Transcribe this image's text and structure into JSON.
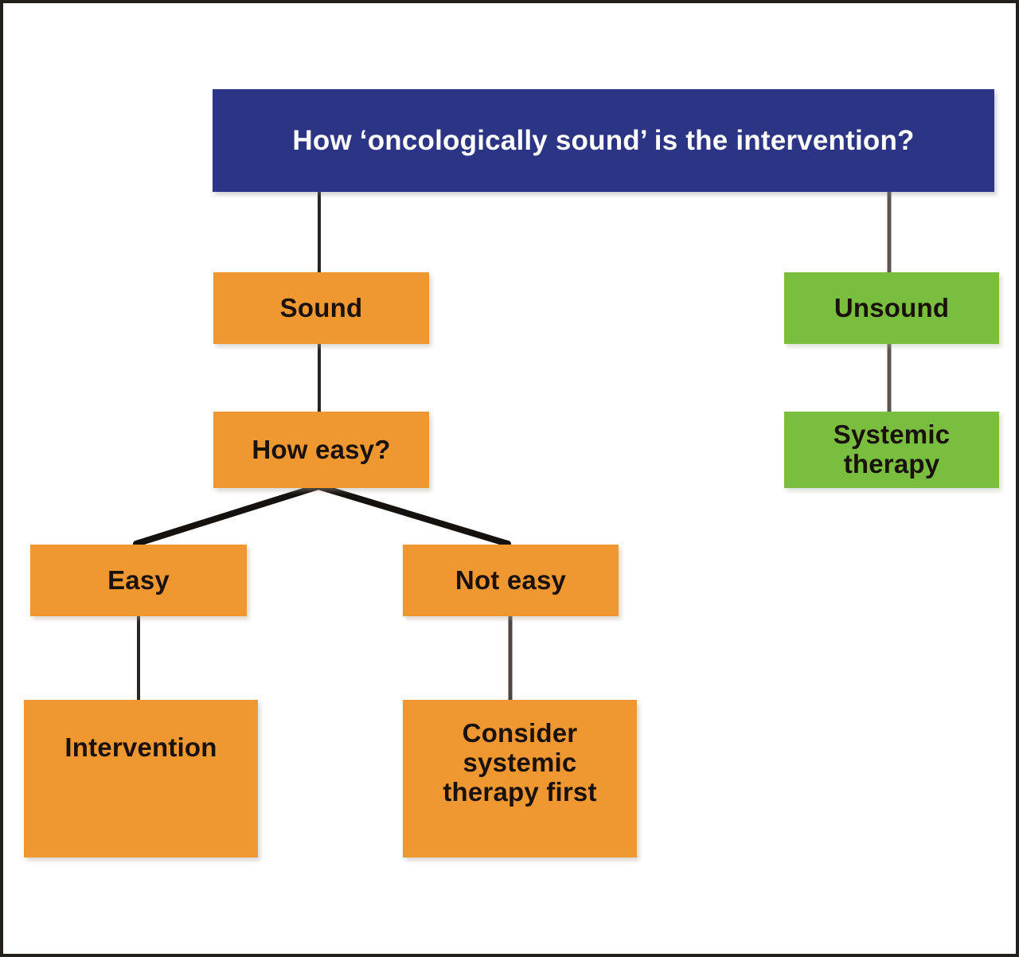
{
  "diagram": {
    "title_text": "How 'oncologically sound' is the intervention?",
    "colors": {
      "root_fill": "#2c3585",
      "root_text": "#ffffff",
      "orange_fill": "#ef9730",
      "green_fill": "#79be3f",
      "node_text": "#1a1208",
      "connector": "#2a2420",
      "border": "#221f1c",
      "background": "#ffffff"
    },
    "nodes": {
      "root": {
        "label": "How ‘oncologically sound’ is the intervention?"
      },
      "sound": {
        "label": "Sound"
      },
      "how_easy": {
        "label": "How easy?"
      },
      "easy": {
        "label": "Easy"
      },
      "not_easy": {
        "label": "Not easy"
      },
      "intervention": {
        "label": "Intervention"
      },
      "consider": {
        "label": "Consider\nsystemic\ntherapy first"
      },
      "unsound": {
        "label": "Unsound"
      },
      "systemic_therapy": {
        "label": "Systemic\ntherapy"
      }
    },
    "edges": [
      {
        "from": "root",
        "to": "sound"
      },
      {
        "from": "root",
        "to": "unsound"
      },
      {
        "from": "sound",
        "to": "how_easy"
      },
      {
        "from": "how_easy",
        "to": "easy"
      },
      {
        "from": "how_easy",
        "to": "not_easy"
      },
      {
        "from": "easy",
        "to": "intervention"
      },
      {
        "from": "not_easy",
        "to": "consider"
      },
      {
        "from": "unsound",
        "to": "systemic_therapy"
      }
    ]
  }
}
